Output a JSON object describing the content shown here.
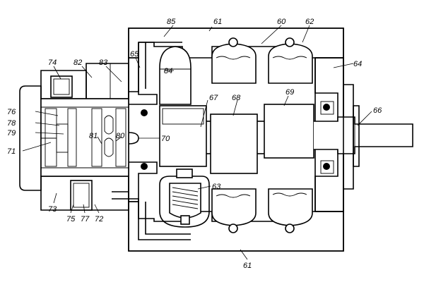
{
  "figure": {
    "labels": {
      "l61_top": "61",
      "l61_bottom": "61",
      "l60": "60",
      "l62": "62",
      "l63": "63",
      "l64": "64",
      "l65": "65",
      "l66": "66",
      "l67": "67",
      "l68": "68",
      "l69": "69",
      "l70": "70",
      "l71": "71",
      "l72": "72",
      "l73": "73",
      "l74": "74",
      "l75": "75",
      "l76": "76",
      "l77": "77",
      "l78": "78",
      "l79": "79",
      "l80": "80",
      "l81": "81",
      "l82": "82",
      "l83": "83",
      "l84": "84",
      "l85": "85"
    }
  }
}
